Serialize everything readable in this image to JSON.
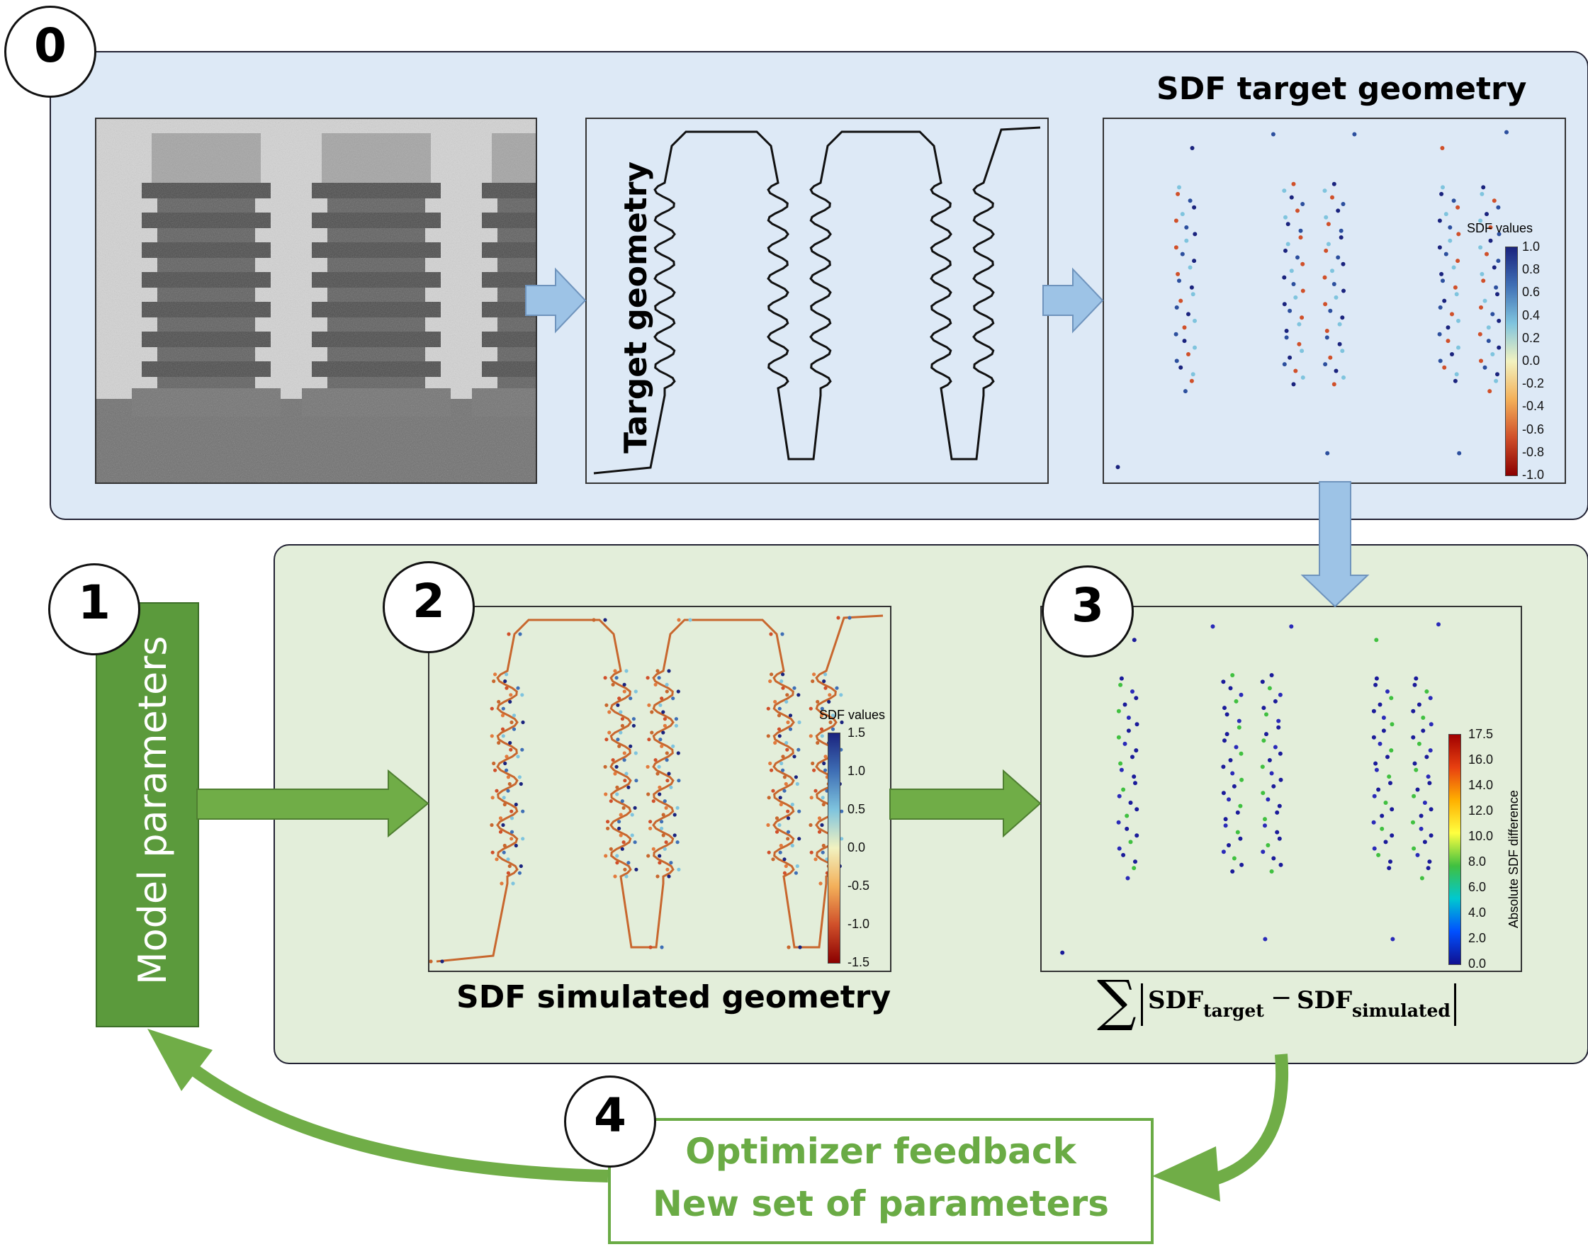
{
  "steps": [
    "0",
    "1",
    "2",
    "3",
    "4"
  ],
  "labels": {
    "sdf_target_title": "SDF target geometry",
    "target_geometry": "Target geometry",
    "sdf_simulated_title": "SDF simulated geometry",
    "model_parameters": "Model parameters",
    "optimizer_line1": "Optimizer feedback",
    "optimizer_line2": "New set of parameters"
  },
  "formula": {
    "sum_symbol": "∑",
    "sdf1": "SDF",
    "sub1": "target",
    "minus": "−",
    "sdf2": "SDF",
    "sub2": "simulated"
  },
  "colorbars": {
    "target": {
      "title": "SDF values",
      "ticks": [
        "1.0",
        "0.8",
        "0.6",
        "0.4",
        "0.2",
        "0.0",
        "-0.2",
        "-0.4",
        "-0.6",
        "-0.8",
        "-1.0"
      ]
    },
    "simulated": {
      "title": "SDF values",
      "ticks": [
        "1.5",
        "1.0",
        "0.5",
        "0.0",
        "-0.5",
        "-1.0",
        "-1.5"
      ]
    },
    "difference": {
      "title": "Absolute SDF difference",
      "ticks": [
        "17.5",
        "16.0",
        "14.0",
        "12.0",
        "10.0",
        "8.0",
        "6.0",
        "4.0",
        "2.0",
        "0.0"
      ]
    }
  },
  "colors": {
    "panel_blue": "#dde9f6",
    "panel_green": "#e3eeda",
    "arrow_blue": "#9dc3e6",
    "arrow_green": "#70ad47",
    "model_box": "#5b9a3c",
    "optimizer_text": "#6aab45"
  }
}
